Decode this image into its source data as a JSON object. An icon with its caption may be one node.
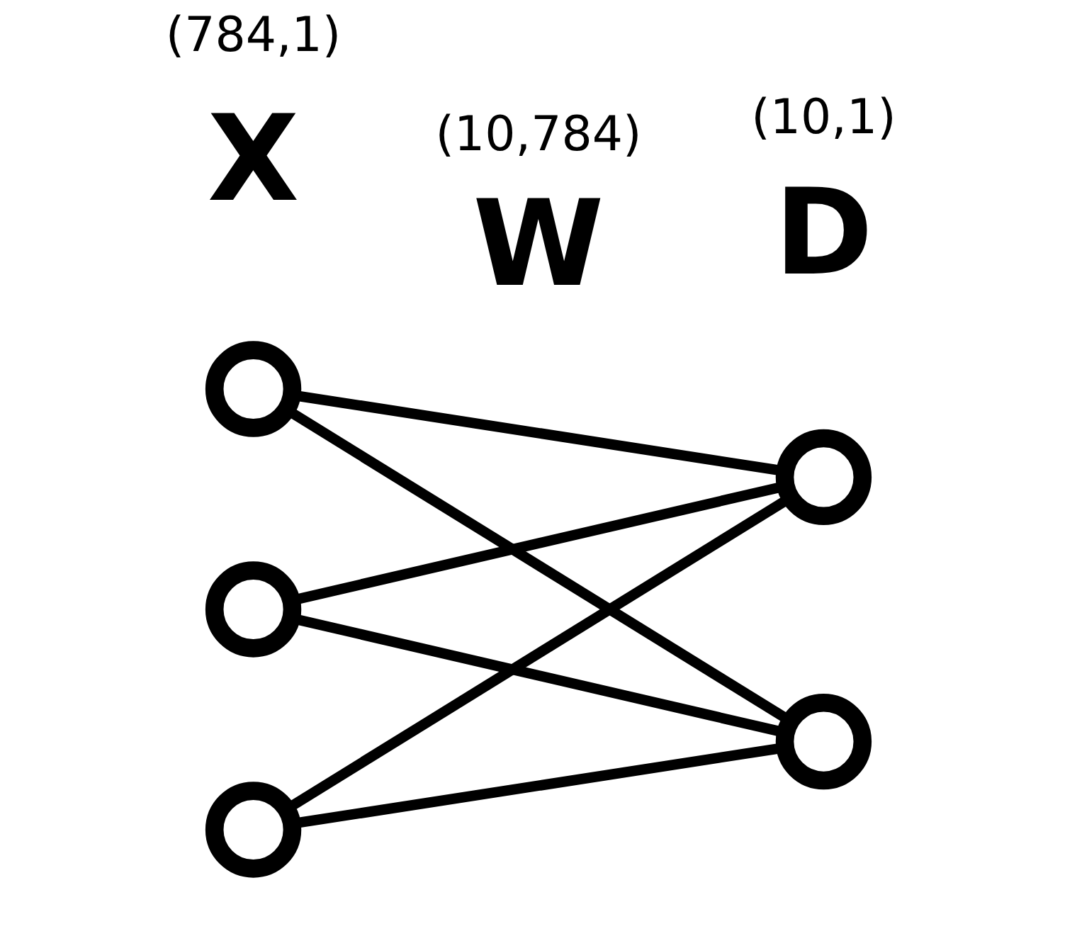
{
  "diagram": {
    "nodes": [
      {
        "text": [],
        "shape": "circle"
      },
      {
        "text": [],
        "shape": "circle"
      },
      {
        "text": [],
        "shape": "circle"
      },
      {
        "text": [],
        "shape": "circle"
      },
      {
        "text": [],
        "shape": "circle"
      }
    ],
    "edges": [
      {
        "from": 0,
        "to": 3,
        "arrow": "none"
      },
      {
        "from": 0,
        "to": 4,
        "arrow": "none"
      },
      {
        "from": 1,
        "to": 3,
        "arrow": "none"
      },
      {
        "from": 1,
        "to": 4,
        "arrow": "none"
      },
      {
        "from": 2,
        "to": 3,
        "arrow": "none"
      },
      {
        "from": 2,
        "to": 4,
        "arrow": "none"
      }
    ],
    "labels": [
      "(784,1)",
      "X",
      "(10,784)",
      "W",
      "(10,1)",
      "D"
    ]
  }
}
